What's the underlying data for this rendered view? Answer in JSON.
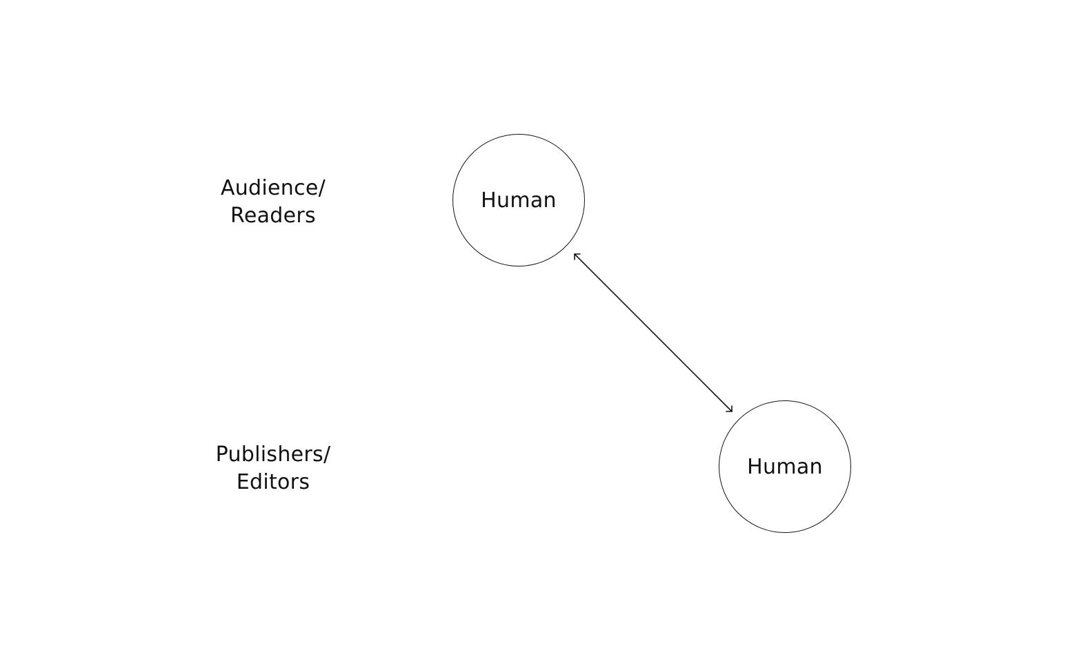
{
  "row_labels": {
    "audience": [
      "Audience/",
      "Readers"
    ],
    "publishers": [
      "Publishers/",
      "Editors"
    ]
  },
  "nodes": {
    "top": {
      "label": "Human"
    },
    "bottom": {
      "label": "Human"
    }
  },
  "edges": [
    {
      "from": "top",
      "to": "bottom",
      "direction": "bidirectional"
    }
  ],
  "colors": {
    "stroke": "#111111",
    "background": "#ffffff"
  }
}
